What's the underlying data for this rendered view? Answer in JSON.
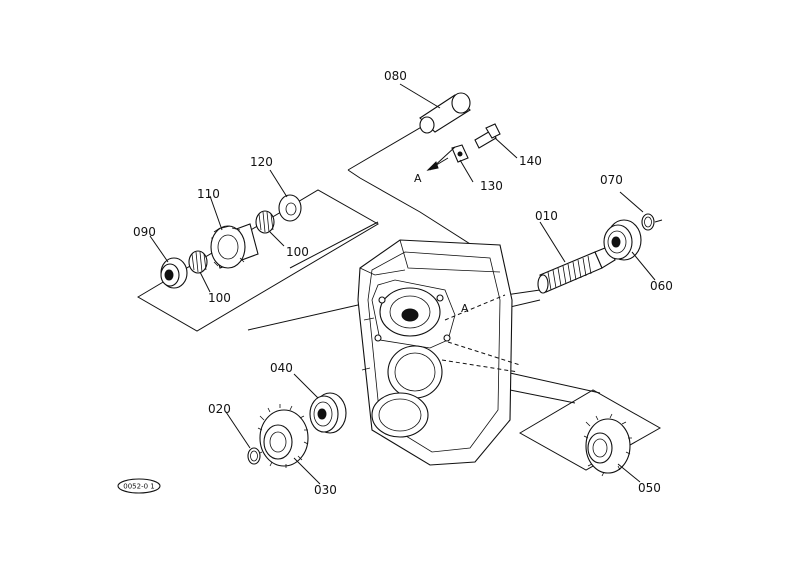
{
  "diagram": {
    "parts": [
      {
        "number": "010"
      },
      {
        "number": "020"
      },
      {
        "number": "030"
      },
      {
        "number": "040"
      },
      {
        "number": "050"
      },
      {
        "number": "060"
      },
      {
        "number": "070"
      },
      {
        "number": "080"
      },
      {
        "number": "090"
      },
      {
        "number": "100"
      },
      {
        "number": "100"
      },
      {
        "number": "110"
      },
      {
        "number": "120"
      },
      {
        "number": "130"
      },
      {
        "number": "140"
      }
    ],
    "reference_marks": {
      "a_arrow": "A",
      "a_housing": "A"
    },
    "stamp": "0052-0 1"
  }
}
